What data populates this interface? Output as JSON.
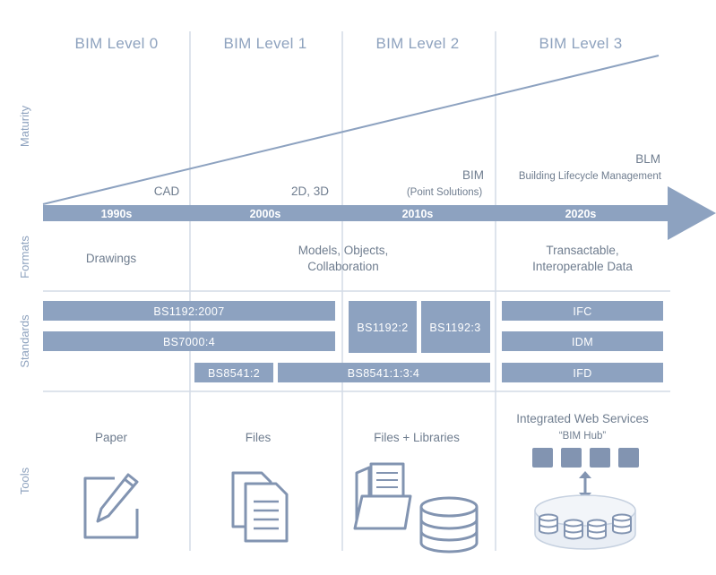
{
  "levels": [
    "BIM Level 0",
    "BIM Level 1",
    "BIM Level 2",
    "BIM Level 3"
  ],
  "side_labels": {
    "maturity": "Maturity",
    "formats": "Formats",
    "standards": "Standards",
    "tools": "Tools"
  },
  "maturity_points": {
    "cad": "CAD",
    "d2d3": "2D, 3D",
    "bim": "BIM",
    "point_solutions": "(Point Solutions)",
    "blm": "BLM",
    "blm_full": "Building Lifecycle Management"
  },
  "decades": [
    "1990s",
    "2000s",
    "2010s",
    "2020s"
  ],
  "formats": {
    "drawings": "Drawings",
    "models_line1": "Models, Objects,",
    "models_line2": "Collaboration",
    "transact_line1": "Transactable,",
    "transact_line2": "Interoperable Data"
  },
  "standards": {
    "bs1192_2007": "BS1192:2007",
    "bs7000": "BS7000:4",
    "bs8541_2": "BS8541:2",
    "bs8541_134": "BS8541:1:3:4",
    "bs1192_2": "BS1192:2",
    "bs1192_3": "BS1192:3",
    "ifc": "IFC",
    "idm": "IDM",
    "ifd": "IFD"
  },
  "tools": {
    "paper": "Paper",
    "files": "Files",
    "files_libraries": "Files + Libraries",
    "web_services": "Integrated Web Services",
    "bim_hub": "“BIM Hub”"
  },
  "colors": {
    "bar": "#8da2c0",
    "icon": "#8294b1",
    "line": "#d3dbe6",
    "text": "#6f7d8f",
    "heading": "#8ea2be"
  }
}
